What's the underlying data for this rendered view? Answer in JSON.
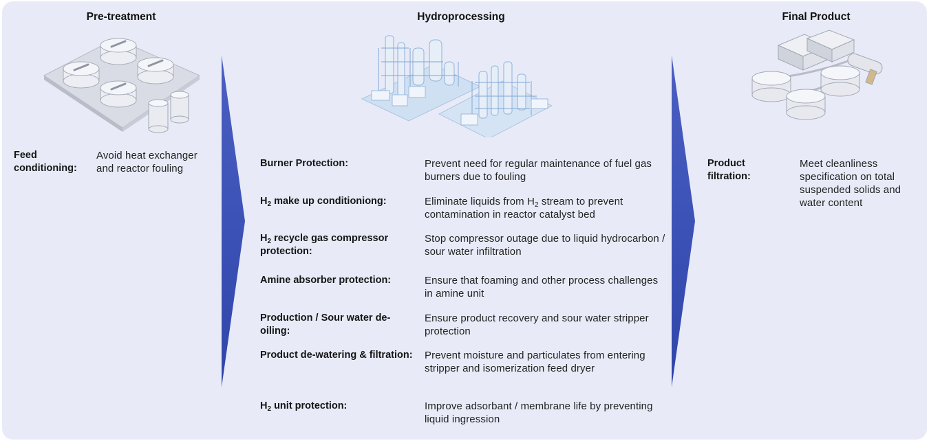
{
  "stages": {
    "pretreatment": {
      "title": "Pre-treatment",
      "items": [
        {
          "label": "Feed conditioning:",
          "description": "Avoid heat exchanger and  reactor fouling"
        }
      ]
    },
    "hydroprocessing": {
      "title": "Hydroprocessing",
      "items": [
        {
          "label": "Burner Protection:",
          "description": "Prevent need for regular maintenance of fuel gas burners due to fouling"
        },
        {
          "label_prefix": "H",
          "label_sub": "2",
          "label": " make up conditioniong:",
          "description_pre": "Eliminate liquids from H",
          "description_sub": "2",
          "description": " stream to prevent contamination in reactor catalyst bed"
        },
        {
          "label_prefix": "H",
          "label_sub": "2",
          "label": " recycle gas compressor protection:",
          "description": "Stop compressor outage due to liquid hydrocarbon / sour water infiltration"
        },
        {
          "label": "Amine absorber protection:",
          "description": "Ensure that foaming and other process challenges in amine unit"
        },
        {
          "label": "Production / Sour water de-oiling:",
          "description": "Ensure product recovery and sour water stripper protection"
        },
        {
          "label": "Product de-watering & filtration:",
          "description": "Prevent moisture and particulates from entering stripper and isomerization feed dryer"
        },
        {
          "label_prefix": "H",
          "label_sub": "2",
          "label": " unit protection:",
          "description": "Improve adsorbant / membrane life by preventing liquid ingression"
        }
      ]
    },
    "final": {
      "title": "Final Product",
      "items": [
        {
          "label": "Product filtration:",
          "description": "Meet cleanliness specification on total suspended solids and water content"
        }
      ]
    }
  },
  "icons": {
    "pretreatment": "storage-tanks-icon",
    "hydroprocessing": "refinery-towers-icon",
    "final": "product-storage-icon",
    "flow": "flow-arrow-icon"
  },
  "colors": {
    "panel_background": "#e8ebf7",
    "arrow": "#3a4fb5",
    "illustration_light": "#e3e7ef",
    "illustration_blue": "#a9c8e8"
  }
}
